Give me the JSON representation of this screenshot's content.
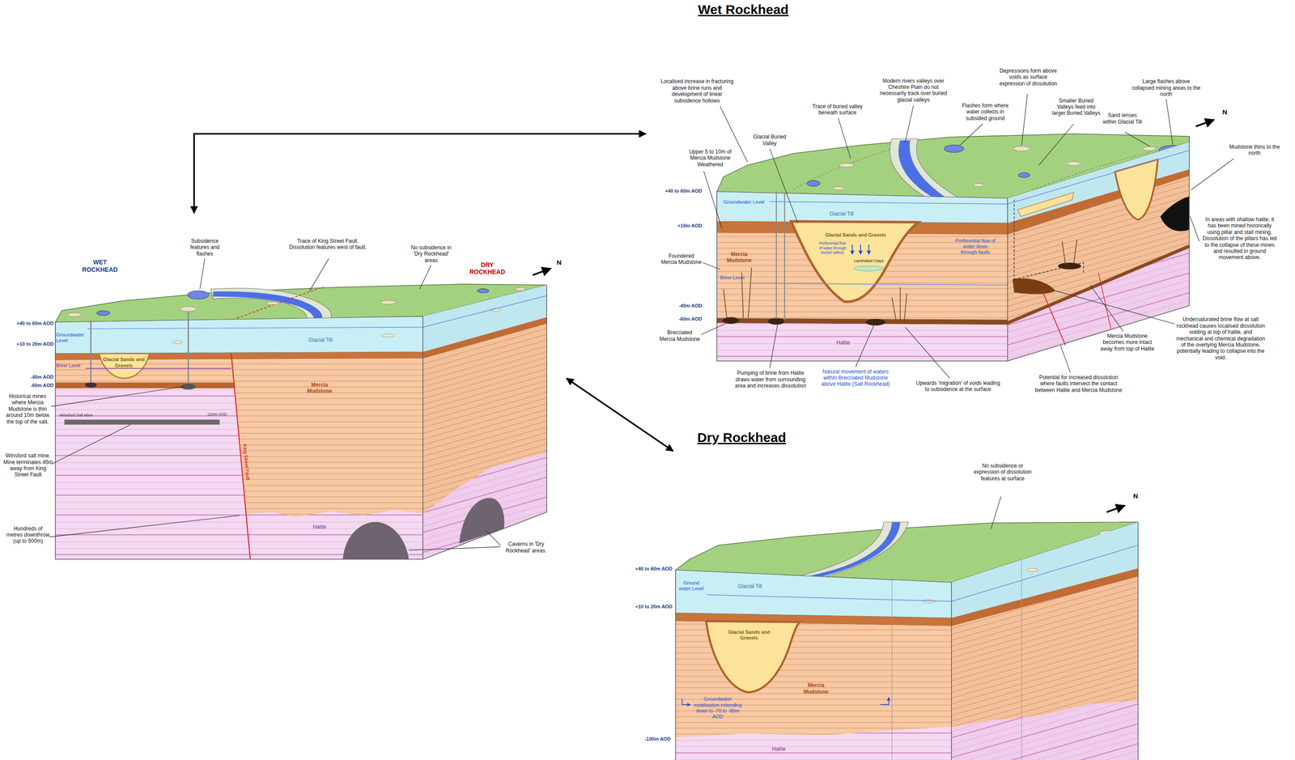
{
  "diagram": {
    "nodes": [
      {
        "text": [
          "WET ROCKHEAD",
          "DRY ROCKHEAD"
        ]
      },
      {
        "text": [
          "Wet Rockhead"
        ]
      },
      {
        "text": [
          "Dry Rockhead"
        ]
      }
    ],
    "edges": [
      {
        "from": 0,
        "to": 1,
        "arrow": "both"
      },
      {
        "from": 0,
        "to": 2,
        "arrow": "both"
      }
    ],
    "labels": [
      "Subsidence features and flashes",
      "Trace of King Street Fault. Dissolution features west of fault.",
      "No subsidence in 'Dry Rockhead' areas",
      "N",
      "+40 to 60m AOD",
      "Groundwater Level",
      "+10 to 20m AOD",
      "Glacial Sands and Gravels",
      "Glacial Till",
      "Brine Level",
      "-40m AOD",
      "-60m AOD",
      "Mercia Mudstone",
      "Historical mines where Mercia Mudstone is thin around 10m below the top of the salt.",
      "Winsford Salt Mine",
      "-110m AOD",
      "King Street Fault",
      "Winsford salt mine. Mine terminates 45m away from King Street Fault",
      "Hundreds of metres downthrow (up to 500m)",
      "Halite",
      "Caverns in 'Dry Rockhead' areas.",
      "Localised increase in fracturing above brine runs and development of linear subsidence hollows",
      "Modern rivers valleys over Cheshire Plain do not necessarily track over buried glacial valleys",
      "Depressions form above voids as surface expression of dissolution",
      "Large flashes above collapsed mining areas to the north",
      "Trace of buried valley beneath surface",
      "Flashes form where water collects in subsided ground",
      "Smaller Buried Valleys feed into larger Buried Valleys",
      "Sand lenses within Glacial Till",
      "N",
      "Glacial Buried Valley",
      "Upper 5 to 10m of Mercia Mudstone Weathered",
      "Mudstone thins to the north",
      "+40 to 60m AOD",
      "Groundwater Level",
      "Glacial Till",
      "In areas with shallow halite, it has been mined historically using pillar and stall mining. Dissolution of the pillars has led to the collapse of these mines and resulted in ground movement above.",
      "+10m AOD",
      "Glacial Sands and Gravels",
      "Preferential flow of water through buried valleys",
      "Preferential flow of water down through faults",
      "Mercia Mudstone",
      "Foundered Mercia Mudstone",
      "Laminated Clays",
      "Brine Level",
      "-40m AOD",
      "-60m AOD",
      "Undersaturated brine flow at salt rockhead causes localised dissolution voiding at top of halite, and mechanical and chemical degradation of the overlying Mercia Mudstone, potentially leading to collapse into the void.",
      "Brecciated Mercia Mudstone",
      "Mercia Mudstone becomes more intact away from top of Halite",
      "Halite",
      "Pumping of brine from Halite draws water from surrounding area and increases dissolution",
      "Natural movement of waters within Brecciated Mudstone above Halite (Salt Rockhead)",
      "Potential for increased dissolution where faults intersect the contact between Halite and Mercia Mudstone",
      "Upwards 'migration' of voids leading to subsidence at the surface",
      "No subsidence or expression of dissolution features at surface",
      "N",
      "+40 to 60m AOD",
      "Ground water Level",
      "Glacial Till",
      "+10 to 20m AOD",
      "Glacial Sands and Gravels",
      "Mercia Mudstone",
      "Groundwater mobilisation extending down to -70 to -80m AOD",
      "-100m AOD",
      "Halite"
    ]
  }
}
